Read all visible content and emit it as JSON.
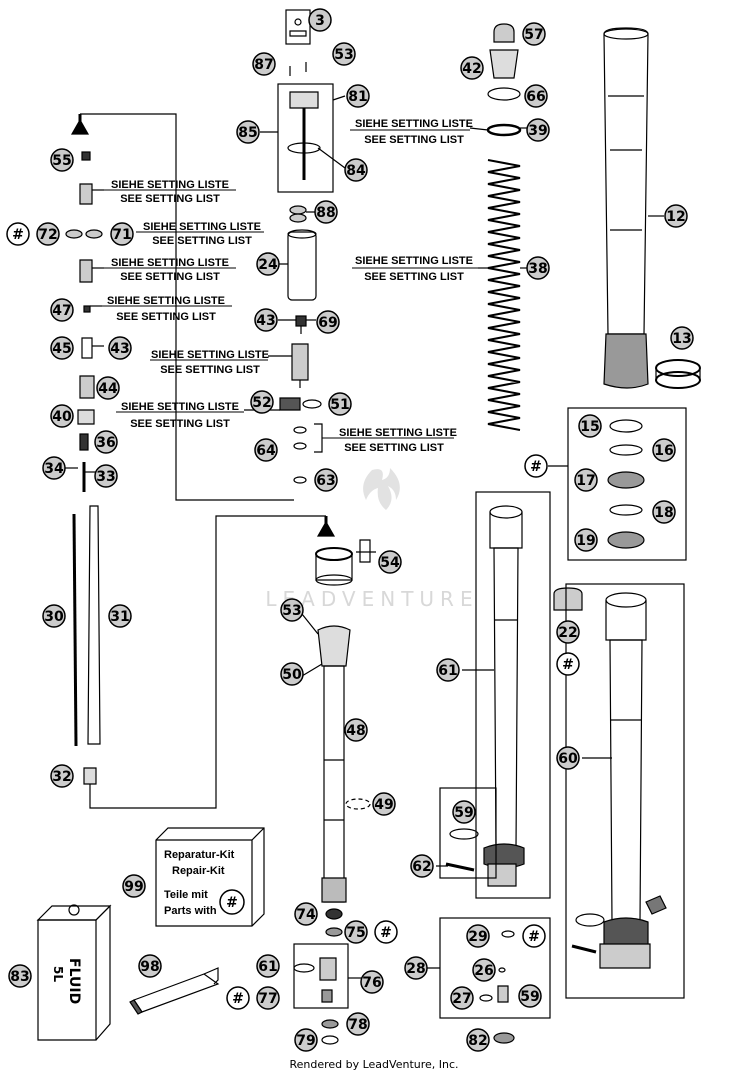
{
  "notes": {
    "de": "SIEHE SETTING LISTE",
    "en": "SEE SETTING LIST"
  },
  "kit": {
    "line1": "Reparatur-Kit",
    "line2": "Repair-Kit",
    "line3": "Teile mit",
    "line4": "Parts with"
  },
  "fluid_label_1": "FLUID",
  "fluid_label_2": "5L",
  "watermark": "LEADVENTURE",
  "footer": "Rendered by LeadVenture, Inc.",
  "callouts": {
    "c3": "3",
    "c87": "87",
    "c53a": "53",
    "c81": "81",
    "c85": "85",
    "c84": "84",
    "c88": "88",
    "c24": "24",
    "c43a": "43",
    "c69": "69",
    "c57": "57",
    "c42": "42",
    "c66": "66",
    "c39": "39",
    "c38": "38",
    "c12": "12",
    "c13": "13",
    "c55": "55",
    "c72": "72",
    "c71": "71",
    "c47": "47",
    "c45": "45",
    "c43b": "43",
    "c44": "44",
    "c40": "40",
    "c36": "36",
    "c34": "34",
    "c33": "33",
    "c52": "52",
    "c51a": "51",
    "c64": "64",
    "c63a": "63",
    "c30": "30",
    "c31": "31",
    "c32": "32",
    "c54": "54",
    "c53b": "53",
    "c50": "50",
    "c48": "48",
    "c49": "49",
    "c15": "15",
    "c16": "16",
    "c17": "17",
    "c18": "18",
    "c19": "19",
    "c22": "22",
    "c61a": "61",
    "c60": "60",
    "c59a": "59",
    "c62a": "62",
    "c99": "99",
    "c74": "74",
    "c75": "75",
    "c61b": "61",
    "c76": "76",
    "c77": "77",
    "c78": "78",
    "c79": "79",
    "c83": "83",
    "c98": "98",
    "c28": "28",
    "c29": "29",
    "c26": "26",
    "c27": "27",
    "c59b": "59",
    "c82b": "82"
  }
}
